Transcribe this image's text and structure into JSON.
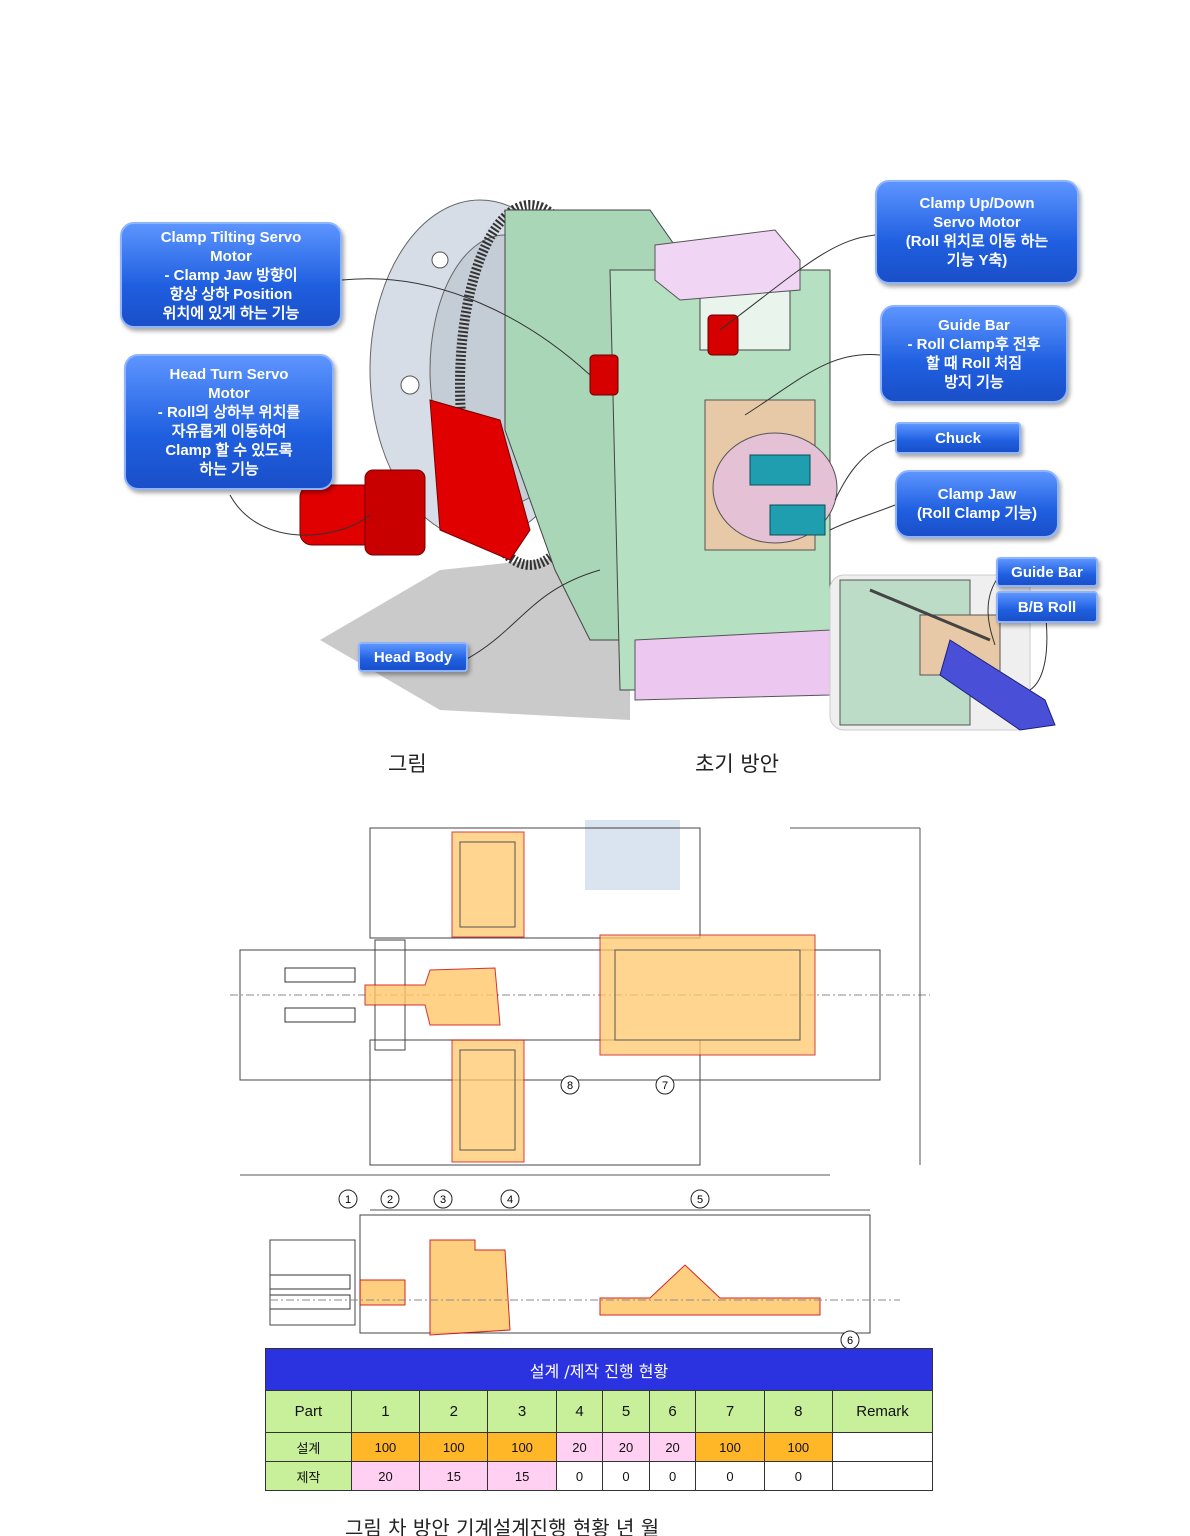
{
  "figure1": {
    "callouts": {
      "clamp_tilting": "Clamp Tilting Servo\nMotor\n- Clamp Jaw 방향이\n항상 상하 Position\n위치에 있게 하는 기능",
      "head_turn": "Head Turn Servo\nMotor\n- Roll의 상하부 위치를\n자유롭게 이동하여\nClamp 할 수 있도록\n하는 기능",
      "clamp_updown": "Clamp Up/Down\nServo Motor\n(Roll 위치로 이동 하는\n기능 Y축)",
      "guide_bar_func": "Guide Bar\n- Roll Clamp후 전후\n할 때 Roll 처짐\n방지 기능",
      "chuck": "Chuck",
      "clamp_jaw": "Clamp Jaw\n(Roll Clamp 기능)",
      "guide_bar": "Guide Bar",
      "bb_roll": "B/B Roll",
      "head_body": "Head Body"
    },
    "caption_left": "그림",
    "caption_right": "초기 방안"
  },
  "drawing": {
    "markers": [
      "1",
      "2",
      "3",
      "4",
      "5",
      "6",
      "7",
      "8"
    ]
  },
  "table": {
    "title": "설계 /제작 진행 현황",
    "header": [
      "Part",
      "1",
      "2",
      "3",
      "4",
      "5",
      "6",
      "7",
      "8",
      "Remark"
    ],
    "rows": [
      {
        "label": "설계",
        "values": [
          "100",
          "100",
          "100",
          "20",
          "20",
          "20",
          "100",
          "100",
          ""
        ]
      },
      {
        "label": "제작",
        "values": [
          "20",
          "15",
          "15",
          "0",
          "0",
          "0",
          "0",
          "0",
          ""
        ]
      }
    ]
  },
  "caption2": "그림    차 방안 기계설계진행 현황    년 월",
  "colors": {
    "title_bar": "#2b33e0",
    "header_green": "#c8f09a",
    "orange": "#ffb627",
    "pink": "#ffd0f2",
    "callout_blue": "#1f5fe0"
  }
}
